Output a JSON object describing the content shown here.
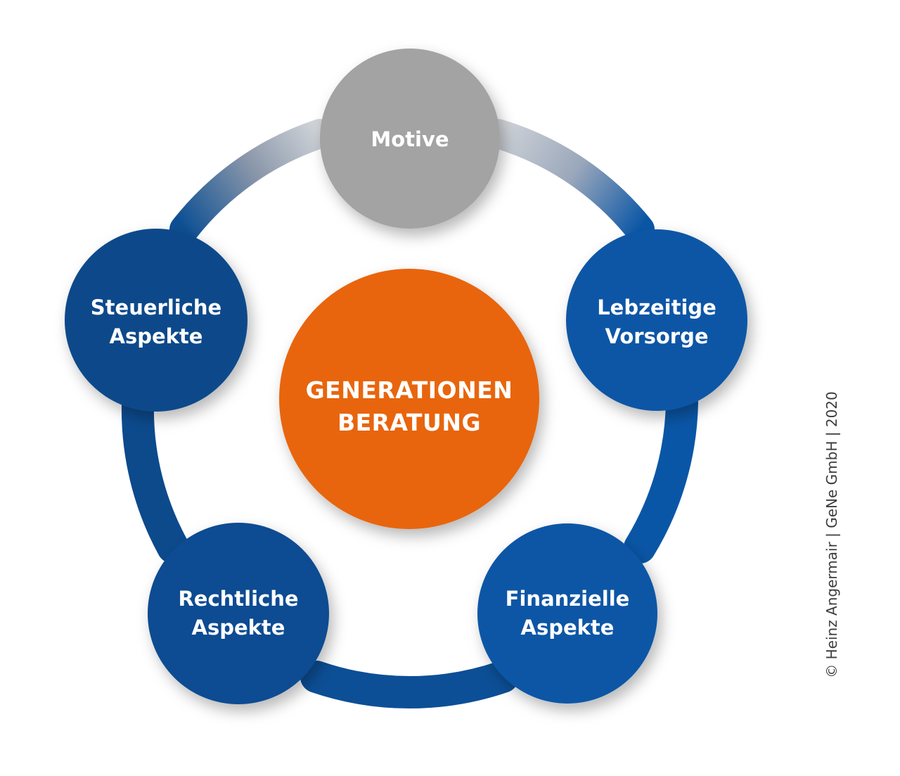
{
  "diagram": {
    "center": {
      "line1": "GENERATIONEN",
      "line2": "BERATUNG",
      "color": "#e8650a"
    },
    "nodes": [
      {
        "id": "motive",
        "line1": "Motive",
        "line2": "",
        "color": "#a3a3a3"
      },
      {
        "id": "lebzeitige-vorsorge",
        "line1": "Lebzeitige",
        "line2": "Vorsorge",
        "color": "#0a56a6"
      },
      {
        "id": "finanzielle-aspekte",
        "line1": "Finanzielle",
        "line2": "Aspekte",
        "color": "#0a56a6"
      },
      {
        "id": "rechtliche-aspekte",
        "line1": "Rechtliche",
        "line2": "Aspekte",
        "color": "#0c4c92"
      },
      {
        "id": "steuerliche-aspekte",
        "line1": "Steuerliche",
        "line2": "Aspekte",
        "color": "#0b4a8a"
      }
    ],
    "ring_color": "#0d4f93",
    "ring_fade_color": "#c9cdd3"
  },
  "copyright": "© Heinz Angermair | GeNe GmbH | 2020"
}
